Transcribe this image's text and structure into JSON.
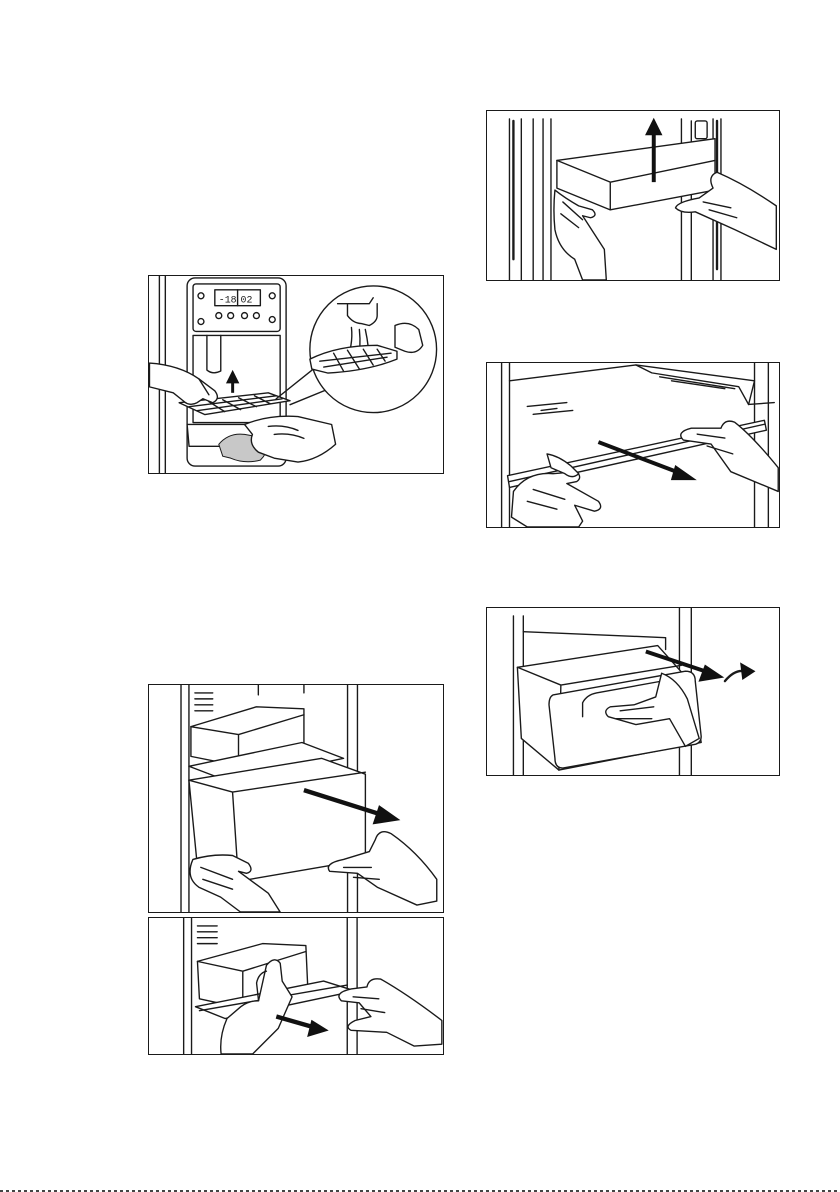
{
  "page": {
    "illustrations": [
      {
        "id": "dispenser-tray-cleaning",
        "icon": "water-tap-icon"
      },
      {
        "id": "door-bin-lift-out",
        "icon": "arrow-up-icon"
      },
      {
        "id": "glass-shelf-pull-out",
        "icon": "arrow-right-icon"
      },
      {
        "id": "drawer-pull-out",
        "icon": "arrow-right-icon"
      },
      {
        "id": "crisper-pull-out",
        "icon": "arrow-right-icon"
      },
      {
        "id": "shelf-under-box-slide-out",
        "icon": "arrow-right-icon"
      }
    ],
    "colors": {
      "line": "#1a1a1a",
      "shading": "#c8c8c8",
      "paper": "#ffffff"
    }
  }
}
